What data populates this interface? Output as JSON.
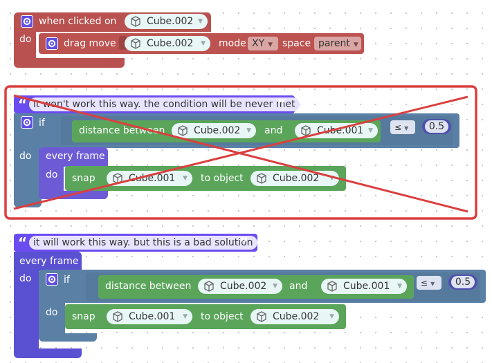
{
  "block1": {
    "event_label": "when clicked on",
    "event_object": "Cube.002",
    "do_label": "do",
    "drag_label": "drag move",
    "drag_object": "Cube.002",
    "mode_label": "mode",
    "mode_value": "XY",
    "space_label": "space",
    "space_value": "parent"
  },
  "block2": {
    "comment": "it won't work this way. the condition will be never met",
    "if_label": "if",
    "distance_label": "distance between",
    "dist_obj1": "Cube.002",
    "and_label": "and",
    "dist_obj2": "Cube.001",
    "operator": "≤",
    "threshold": "0.5",
    "do_label": "do",
    "every_frame_label": "every frame",
    "inner_do_label": "do",
    "snap_label": "snap",
    "snap_obj": "Cube.001",
    "to_object_label": "to object",
    "target_obj": "Cube.002"
  },
  "block3": {
    "comment": "it will work this way. but this is a bad solution",
    "every_frame_label": "every frame",
    "do_label": "do",
    "if_label": "if",
    "distance_label": "distance between",
    "dist_obj1": "Cube.002",
    "and_label": "and",
    "dist_obj2": "Cube.001",
    "operator": "≤",
    "threshold": "0.5",
    "inner_do_label": "do",
    "snap_label": "snap",
    "snap_obj": "Cube.001",
    "to_object_label": "to object",
    "target_obj": "Cube.002"
  },
  "colors": {
    "event_block": "#b8514f",
    "logic_block": "#5b80a5",
    "object_block": "#5ba55b",
    "loop_block": "#6d5bd6",
    "comment_block": "#6b4cf0",
    "strike_mark": "#d9403f"
  },
  "icons": [
    "gear-icon",
    "cube-icon",
    "dropdown-arrow-icon",
    "quote-icon",
    "cross-mark"
  ]
}
